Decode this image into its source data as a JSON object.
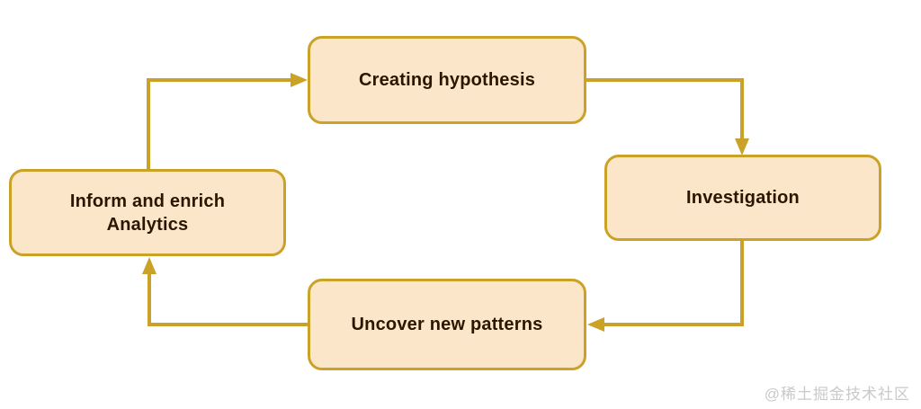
{
  "diagram": {
    "type": "cycle-flowchart",
    "nodes": [
      {
        "id": "creating-hypothesis",
        "label": "Creating hypothesis"
      },
      {
        "id": "investigation",
        "label": "Investigation"
      },
      {
        "id": "uncover-new-patterns",
        "label": "Uncover new patterns"
      },
      {
        "id": "inform-and-enrich-analytics",
        "label": "Inform and enrich\nAnalytics"
      }
    ],
    "edges": [
      {
        "from": "inform-and-enrich-analytics",
        "to": "creating-hypothesis"
      },
      {
        "from": "creating-hypothesis",
        "to": "investigation"
      },
      {
        "from": "investigation",
        "to": "uncover-new-patterns"
      },
      {
        "from": "uncover-new-patterns",
        "to": "inform-and-enrich-analytics"
      }
    ],
    "colors": {
      "node_fill": "#fce6c9",
      "node_border": "#c9a227",
      "arrow": "#c9a227",
      "text": "#2d1600",
      "watermark": "#c9c9c9",
      "background": "#ffffff"
    },
    "watermark": "@稀土掘金技术社区"
  }
}
